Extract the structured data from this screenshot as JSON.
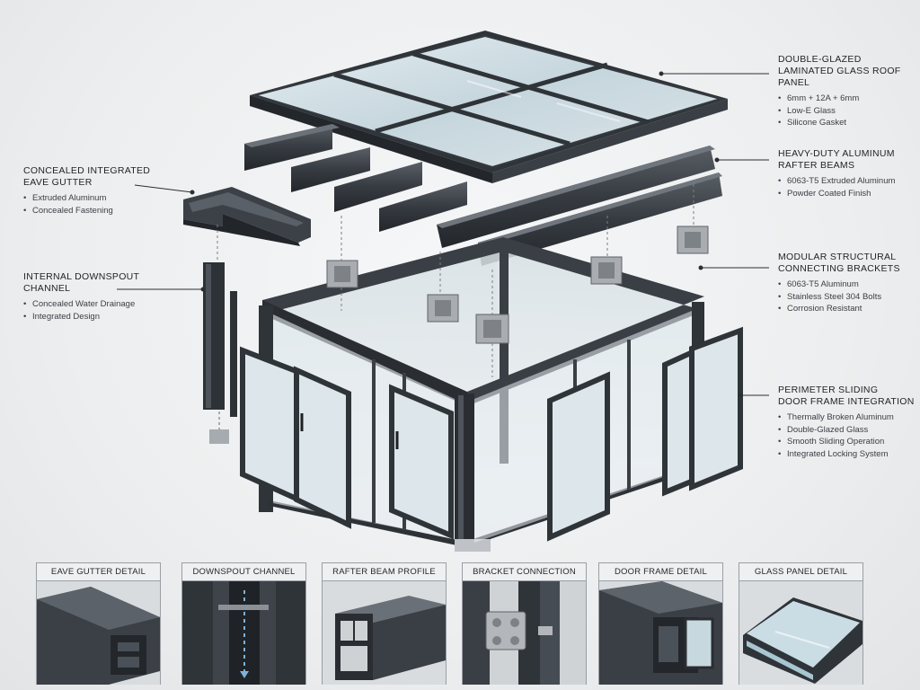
{
  "callouts": {
    "roof": {
      "title1": "DOUBLE-GLAZED",
      "title2": "LAMINATED GLASS ROOF PANEL",
      "items": [
        "6mm + 12A + 6mm",
        "Low-E Glass",
        "Silicone Gasket"
      ]
    },
    "rafter": {
      "title1": "HEAVY-DUTY ALUMINUM",
      "title2": "RAFTER BEAMS",
      "items": [
        "6063-T5 Extruded Aluminum",
        "Powder Coated Finish"
      ]
    },
    "gutter": {
      "title1": "CONCEALED INTEGRATED",
      "title2": "EAVE GUTTER",
      "items": [
        "Extruded Aluminum",
        "Concealed Fastening"
      ]
    },
    "bracket": {
      "title1": "MODULAR STRUCTURAL",
      "title2": "CONNECTING BRACKETS",
      "items": [
        "6063-T5 Aluminum",
        "Stainless Steel 304 Bolts",
        "Corrosion Resistant"
      ]
    },
    "downspout": {
      "title1": "INTERNAL DOWNSPOUT",
      "title2": "CHANNEL",
      "items": [
        "Concealed Water Drainage",
        "Integrated Design"
      ]
    },
    "door": {
      "title1": "PERIMETER SLIDING",
      "title2": "DOOR FRAME INTEGRATION",
      "items": [
        "Thermally Broken Aluminum",
        "Double-Glazed Glass",
        "Smooth Sliding Operation",
        "Integrated Locking System"
      ]
    }
  },
  "details": [
    "EAVE GUTTER DETAIL",
    "DOWNSPOUT CHANNEL",
    "RAFTER BEAM PROFILE",
    "BRACKET CONNECTION",
    "DOOR FRAME DETAIL",
    "GLASS PANEL DETAIL"
  ],
  "colors": {
    "frame": "#3a3f45",
    "frame_dark": "#24282d",
    "glass": "#cfdde3",
    "steel": "#a9adb2",
    "leader": "#2b2e33"
  }
}
